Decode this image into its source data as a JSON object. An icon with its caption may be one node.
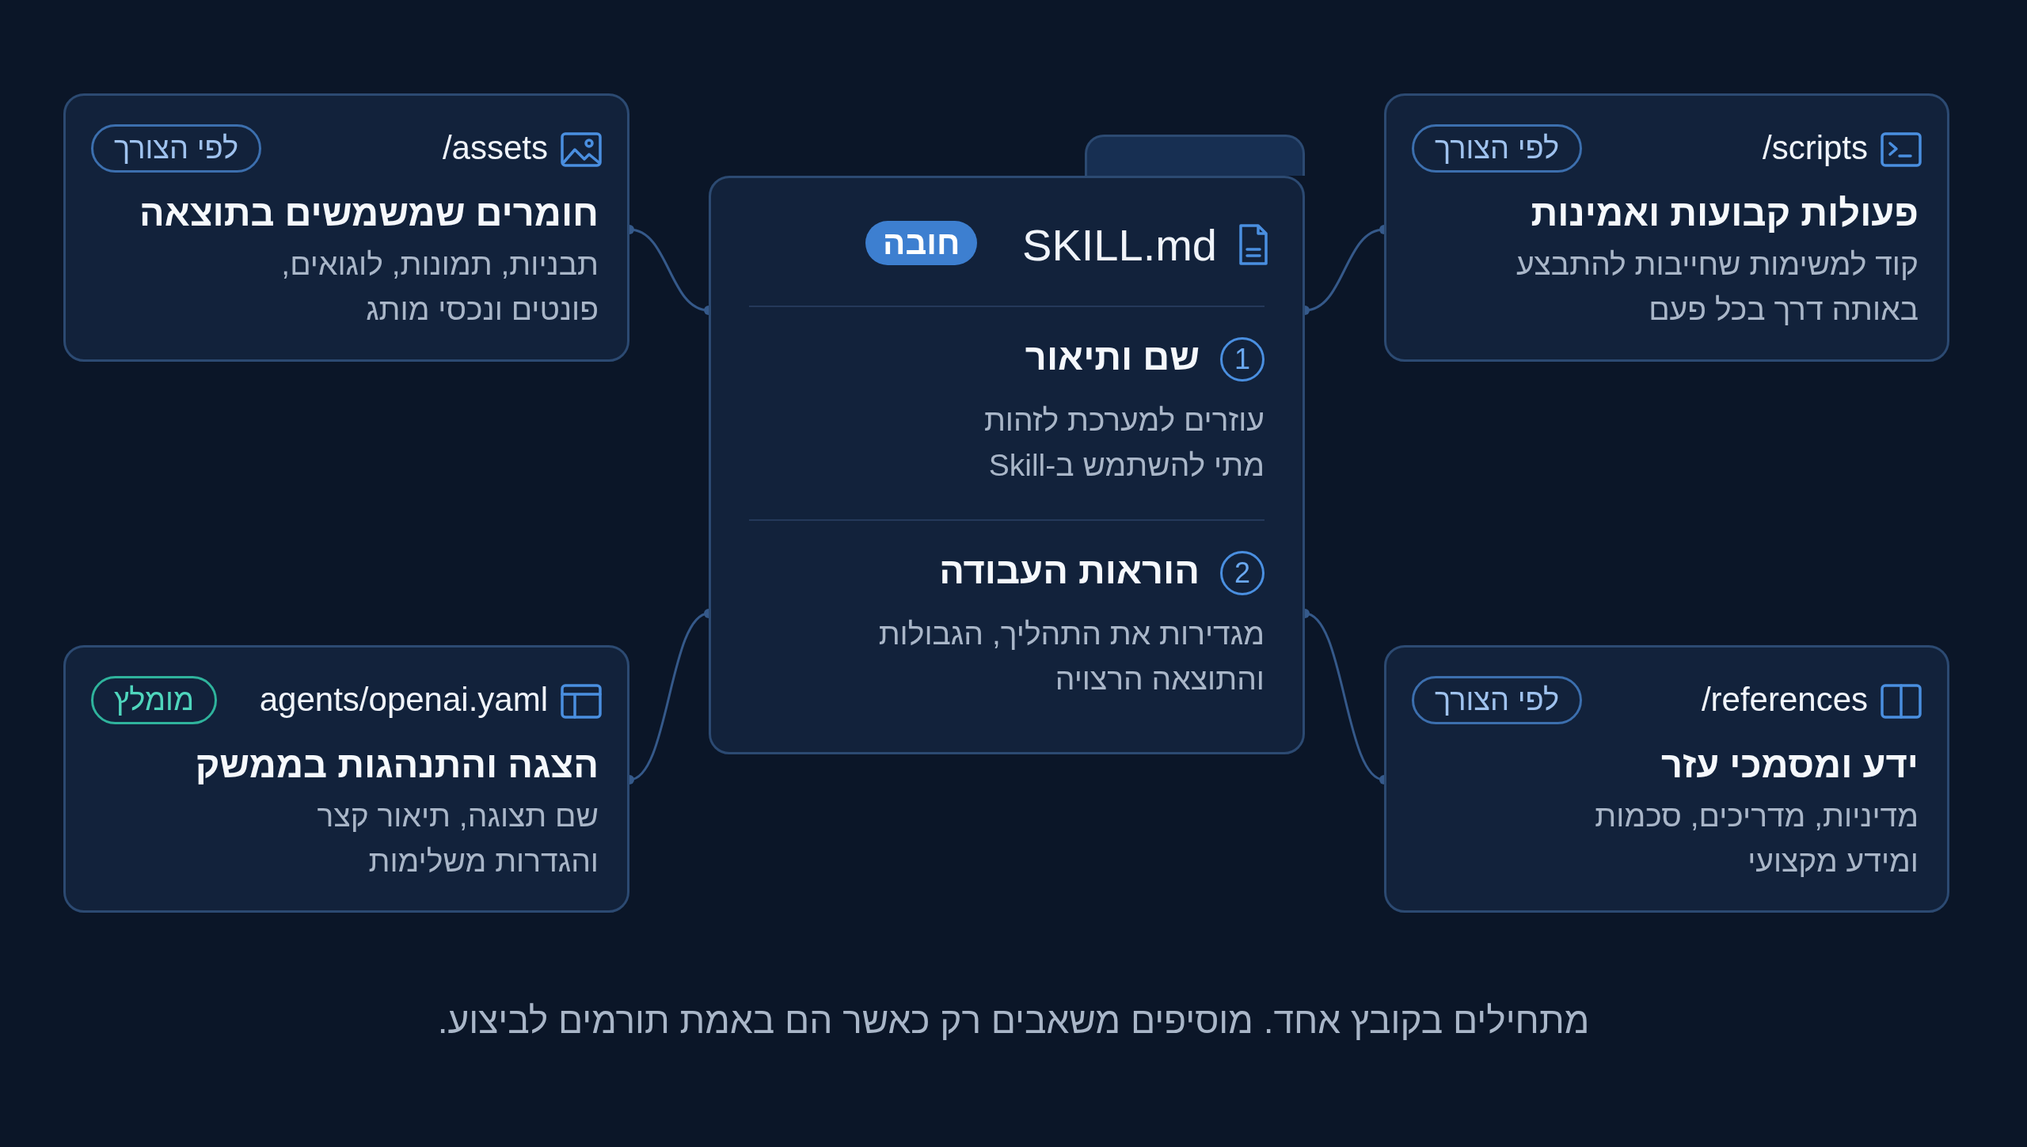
{
  "diagram": {
    "caption": "מתחילים בקובץ אחד. מוסיפים משאבים רק כאשר הם באמת תורמים לביצוע.",
    "nodes": [
      {
        "text": [
          "SKILL.md",
          "חובה",
          "1",
          "שם ותיאור",
          "עוזרים למערכת לזהות מתי להשתמש ב-Skill",
          "2",
          "הוראות העבודה",
          "מגדירות את התהליך, הגבולות והתוצאה הרצויה"
        ]
      },
      {
        "text": [
          "/scripts",
          "לפי הצורך",
          "פעולות קבועות ואמינות",
          "קוד למשימות שחייבות להתבצע באותה דרך בכל פעם"
        ]
      },
      {
        "text": [
          "/assets",
          "לפי הצורך",
          "חומרים שמשמשים בתוצאה",
          "תבניות, תמונות, לוגואים, פונטים ונכסי מותג"
        ]
      },
      {
        "text": [
          "/references",
          "לפי הצורך",
          "ידע ומסמכי עזר",
          "מדיניות, מדריכים, סכמות ומידע מקצועי"
        ]
      },
      {
        "text": [
          "agents/openai.yaml",
          "מומלץ",
          "הצגה והתנהגות בממשק",
          "שם תצוגה, תיאור קצר והגדרות משלימות"
        ]
      },
      {
        "text": [],
        "shape": "box"
      }
    ],
    "edges": [
      {
        "from": 0,
        "to": 1,
        "arrow": "other"
      },
      {
        "from": 0,
        "to": 2,
        "arrow": "other"
      },
      {
        "from": 0,
        "to": 3,
        "arrow": "other"
      },
      {
        "from": 0,
        "to": 4,
        "arrow": "other"
      }
    ]
  }
}
